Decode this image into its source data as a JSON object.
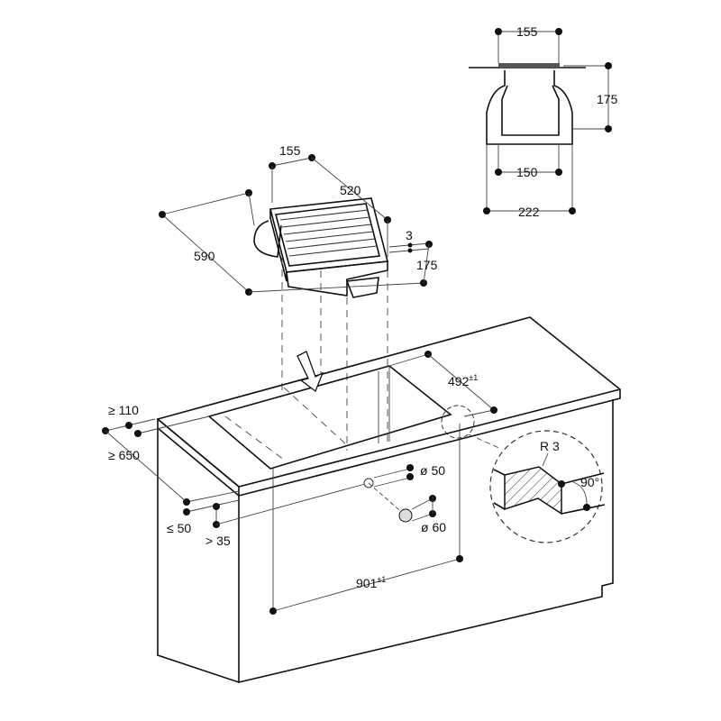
{
  "top_view": {
    "width_top": "155",
    "height": "175",
    "width_inner": "150",
    "width_bottom": "222"
  },
  "module": {
    "width": "155",
    "length": "520",
    "depth": "590",
    "gap": "3",
    "height": "175"
  },
  "cabinet": {
    "cutout_depth": "492",
    "cutout_depth_tol": "±1",
    "cutout_width": "901",
    "cutout_width_tol": "±1",
    "min_back": "≥ 110",
    "min_depth": "≥ 650",
    "max_front": "≤ 50",
    "min_front": "> 35",
    "hole_small": "ø 50",
    "hole_large": "ø 60"
  },
  "detail": {
    "radius": "R 3",
    "angle": "90°"
  }
}
